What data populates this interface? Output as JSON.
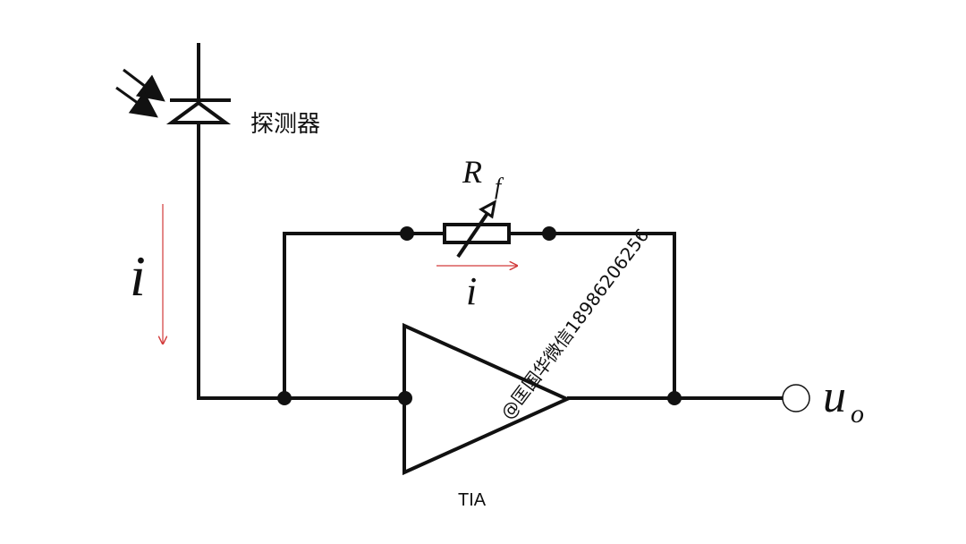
{
  "labels": {
    "detector": "探测器",
    "rf_main": "R",
    "rf_sub": "f",
    "current_left": "i",
    "current_feedback": "i",
    "output_main": "u",
    "output_sub": "o",
    "amplifier": "TIA"
  },
  "watermark": {
    "text": "@匡国华微信18986206256"
  },
  "colors": {
    "wire": "#111111",
    "current_arrow": "#d23a3a",
    "background": "#ffffff"
  }
}
